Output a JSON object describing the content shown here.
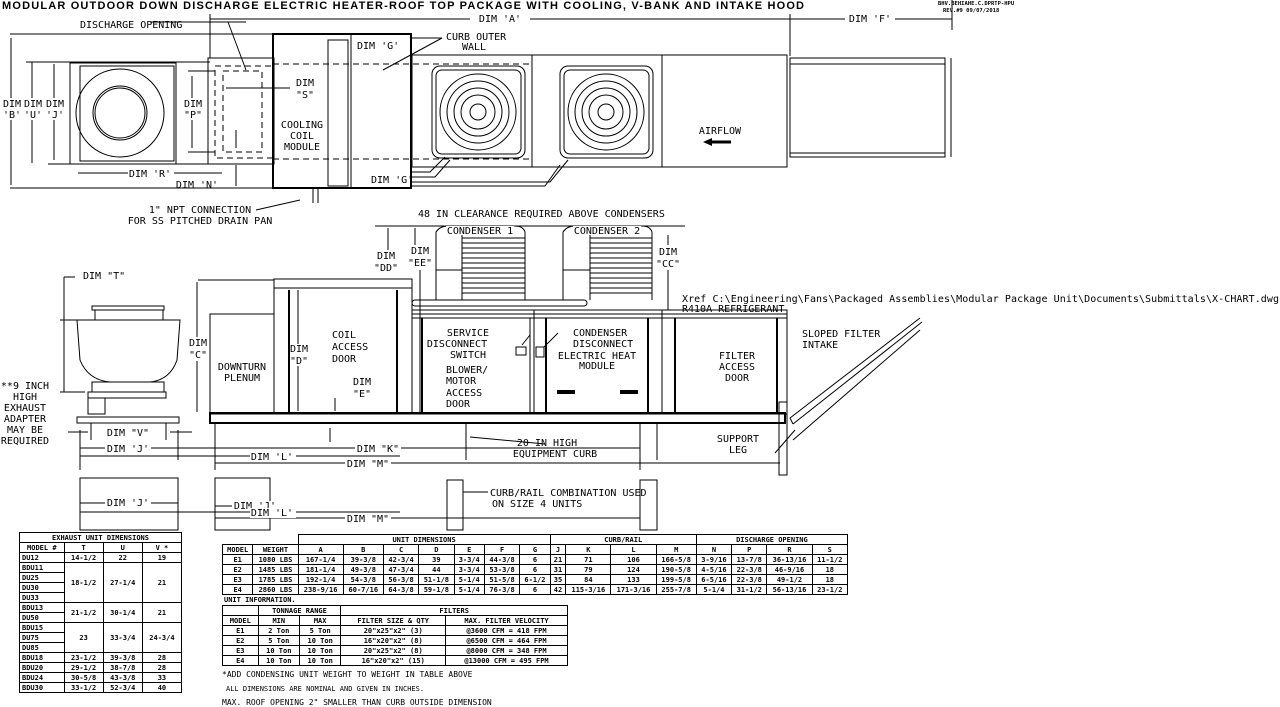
{
  "title": "MODULAR OUTDOOR DOWN DISCHARGE ELECTRIC HEATER-ROOF TOP PACKAGE WITH COOLING, V-BANK AND INTAKE HOOD",
  "drawing_id": "BHV.BEHIAHE.C.DPRTP-HPU",
  "revision": "REV.#9  09/07/2018",
  "top_view": {
    "discharge_opening": "DISCHARGE OPENING",
    "dim_a": "DIM 'A'",
    "dim_f": "DIM 'F'",
    "dim_g": "DIM 'G'",
    "curb_outer_wall": [
      "CURB OUTER",
      "WALL"
    ],
    "dim_s": [
      "DIM",
      "\"S\""
    ],
    "dim_b": [
      "DIM",
      "'B'"
    ],
    "dim_u": [
      "DIM",
      "'U'"
    ],
    "dim_j": [
      "DIM",
      "'J'"
    ],
    "dim_p": [
      "DIM",
      "\"P\""
    ],
    "cooling_coil_module": [
      "COOLING",
      "COIL",
      "MODULE"
    ],
    "airflow": "AIRFLOW",
    "dim_r": "DIM 'R'",
    "dim_n": "DIM 'N'",
    "npt_connection": [
      "1\" NPT CONNECTION",
      "FOR SS PITCHED DRAIN PAN"
    ]
  },
  "side_view": {
    "clearance": "48 IN CLEARANCE REQUIRED ABOVE CONDENSERS",
    "dim_dd": [
      "DIM",
      "\"DD\""
    ],
    "dim_ee": [
      "DIM",
      "\"EE\""
    ],
    "dim_cc": [
      "DIM",
      "\"CC\""
    ],
    "condenser_1": "CONDENSER 1",
    "condenser_2": "CONDENSER 2",
    "xref": "Xref C:\\Engineering\\Fans\\Packaged Assemblies\\Modular Package Unit\\Documents\\Submittals\\X-CHART.dwg",
    "refrigerant": "R410A REFRIGERANT",
    "dim_t": "DIM \"T\"",
    "dim_c": [
      "DIM",
      "\"C\""
    ],
    "downturn_plenum": [
      "DOWNTURN",
      "PLENUM"
    ],
    "dim_d": [
      "DIM",
      "\"D\""
    ],
    "coil_access_door": [
      "COIL",
      "ACCESS",
      "DOOR"
    ],
    "dim_e": [
      "DIM",
      "\"E\""
    ],
    "exhaust_adapter": [
      "**9 INCH",
      "HIGH",
      "EXHAUST",
      "ADAPTER",
      "MAY BE",
      "REQUIRED"
    ],
    "service_disconnect": [
      "SERVICE",
      "DISCONNECT",
      "SWITCH"
    ],
    "blower_door": [
      "BLOWER/",
      "MOTOR",
      "ACCESS",
      "DOOR"
    ],
    "condenser_disconnect": [
      "CONDENSER",
      "DISCONNECT"
    ],
    "electric_heat": [
      "ELECTRIC HEAT",
      "MODULE"
    ],
    "filter_door": [
      "FILTER",
      "ACCESS",
      "DOOR"
    ],
    "sloped_filter": [
      "SLOPED FILTER",
      "INTAKE"
    ],
    "support_leg": [
      "SUPPORT",
      "LEG"
    ],
    "equipment_curb": [
      "20 IN HIGH",
      "EQUIPMENT CURB"
    ],
    "dim_v": "DIM \"V\"",
    "dim_j": "DIM 'J'",
    "dim_l": "DIM 'L'",
    "dim_k": "DIM \"K\"",
    "dim_m": "DIM \"M\""
  },
  "curb_rail_view": {
    "dim_j": "DIM 'J'",
    "dim_j2": "DIM 'J'",
    "dim_l": "DIM 'L'",
    "dim_m": "DIM \"M\"",
    "note": [
      "CURB/RAIL COMBINATION USED",
      "ON SIZE 4 UNITS"
    ]
  },
  "exhaust_table": {
    "title": "EXHAUST UNIT DIMENSIONS",
    "headers": [
      "MODEL #",
      "T",
      "U",
      "V *"
    ],
    "groups": [
      {
        "models": [
          "DU12"
        ],
        "T": "14-1/2",
        "U": "22",
        "V": "19"
      },
      {
        "models": [
          "BDU11",
          "DU25",
          "DU30",
          "DU33"
        ],
        "T": "18-1/2",
        "U": "27-1/4",
        "V": "21"
      },
      {
        "models": [
          "BDU13",
          "DU50"
        ],
        "T": "21-1/2",
        "U": "30-1/4",
        "V": "21"
      },
      {
        "models": [
          "BDU15",
          "DU75",
          "DU85"
        ],
        "T": "23",
        "U": "33-3/4",
        "V": "24-3/4"
      },
      {
        "models": [
          "BDU18"
        ],
        "T": "23-1/2",
        "U": "39-3/8",
        "V": "28"
      },
      {
        "models": [
          "BDU20"
        ],
        "T": "29-1/2",
        "U": "38-7/8",
        "V": "28"
      },
      {
        "models": [
          "BDU24"
        ],
        "T": "30-5/8",
        "U": "43-3/8",
        "V": "33"
      },
      {
        "models": [
          "BDU30"
        ],
        "T": "33-1/2",
        "U": "52-3/4",
        "V": "40"
      }
    ]
  },
  "unit_table": {
    "groups": [
      "UNIT DIMENSIONS",
      "CURB/RAIL",
      "DISCHARGE OPENING"
    ],
    "headers": [
      "MODEL",
      "WEIGHT",
      "A",
      "B",
      "C",
      "D",
      "E",
      "F",
      "G",
      "J",
      "K",
      "L",
      "M",
      "N",
      "P",
      "R",
      "S"
    ],
    "rows": [
      [
        "E1",
        "1080 LBS",
        "167-1/4",
        "39-3/8",
        "42-3/4",
        "39",
        "3-3/4",
        "44-3/8",
        "6",
        "21",
        "71",
        "106",
        "166-5/8",
        "3-9/16",
        "13-7/8",
        "36-13/16",
        "11-1/2"
      ],
      [
        "E2",
        "1485 LBS",
        "181-1/4",
        "49-3/8",
        "47-3/4",
        "44",
        "3-3/4",
        "53-3/8",
        "6",
        "31",
        "79",
        "124",
        "190-5/8",
        "4-5/16",
        "22-3/8",
        "46-9/16",
        "18"
      ],
      [
        "E3",
        "1785 LBS",
        "192-1/4",
        "54-3/8",
        "56-3/8",
        "51-1/8",
        "5-1/4",
        "51-5/8",
        "6-1/2",
        "35",
        "84",
        "133",
        "199-5/8",
        "6-5/16",
        "22-3/8",
        "49-1/2",
        "18"
      ],
      [
        "E4",
        "2860 LBS",
        "238-9/16",
        "60-7/16",
        "64-3/8",
        "59-1/8",
        "5-1/4",
        "76-3/8",
        "6",
        "42",
        "115-3/16",
        "171-3/16",
        "255-7/8",
        "5-1/4",
        "31-1/2",
        "56-13/16",
        "23-1/2"
      ]
    ]
  },
  "unit_info": {
    "title": "UNIT INFORMATION.",
    "groups": [
      "TONNAGE RANGE",
      "FILTERS"
    ],
    "headers": [
      "MODEL",
      "MIN",
      "MAX",
      "FILTER SIZE & QTY",
      "MAX. FILTER VELOCITY"
    ],
    "rows": [
      [
        "E1",
        "2 Ton",
        "5 Ton",
        "20\"x25\"x2\" (3)",
        "@3600 CFM = 418 FPM"
      ],
      [
        "E2",
        "5 Ton",
        "10 Ton",
        "16\"x20\"x2\" (8)",
        "@6500 CFM = 464 FPM"
      ],
      [
        "E3",
        "10 Ton",
        "10 Ton",
        "20\"x25\"x2\" (8)",
        "@8000 CFM = 348 FPM"
      ],
      [
        "E4",
        "10 Ton",
        "10 Ton",
        "16\"x20\"x2\" (15)",
        "@13000 CFM = 495 FPM"
      ]
    ]
  },
  "notes": [
    "*ADD CONDENSING UNIT WEIGHT TO WEIGHT IN TABLE ABOVE",
    "ALL DIMENSIONS ARE NOMINAL AND GIVEN IN INCHES.",
    "MAX. ROOF OPENING 2\" SMALLER THAN CURB OUTSIDE DIMENSION"
  ]
}
